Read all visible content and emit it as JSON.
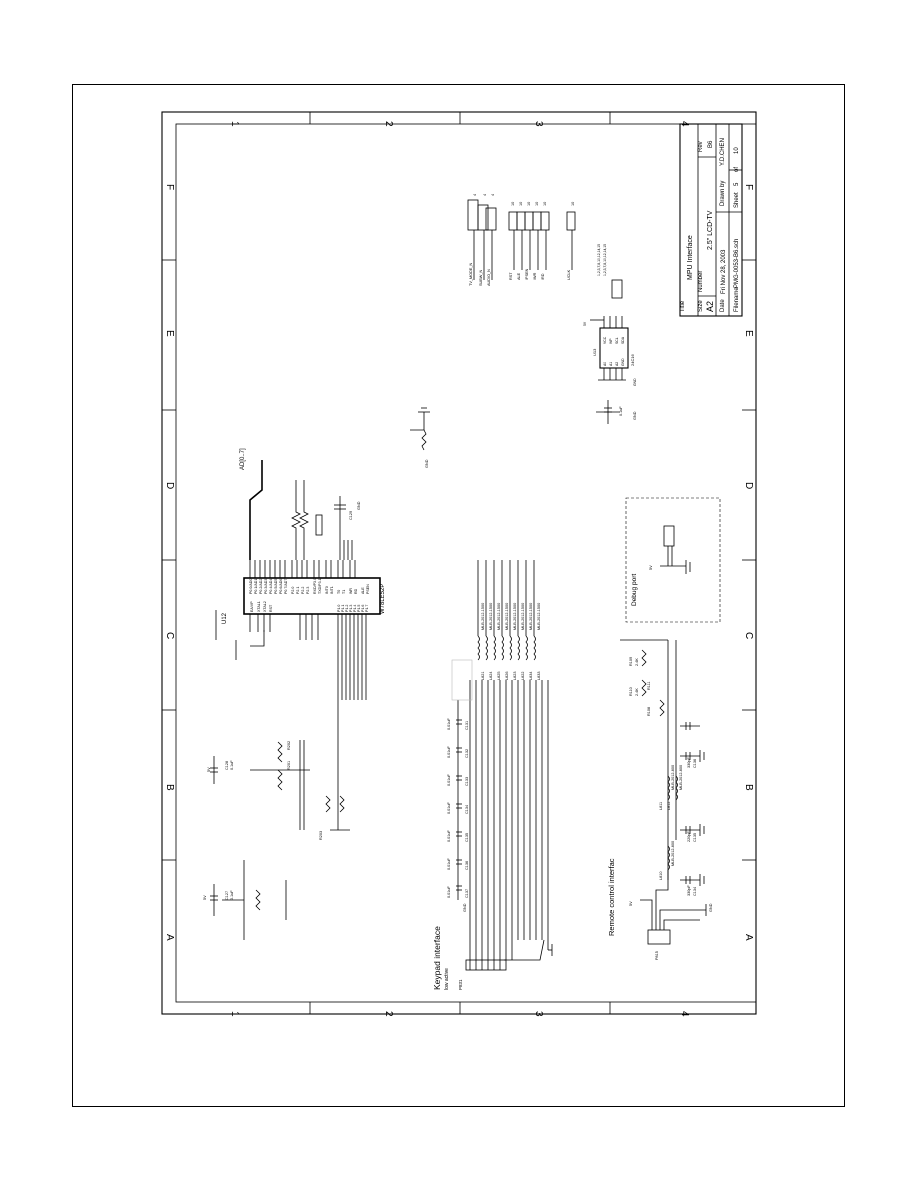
{
  "border": {
    "columns": [
      "1",
      "2",
      "3",
      "4"
    ],
    "rows": [
      "F",
      "E",
      "D",
      "C",
      "B",
      "A"
    ]
  },
  "title_block": {
    "title_label": "Title",
    "title": "MPU Interface",
    "size_label": "Size",
    "size": "A2",
    "number_label": "Number",
    "number": "2.5\" LCD-TV",
    "rev_label": "Rev",
    "rev": "B6",
    "date_label": "Date",
    "date": "Fri Nov 28, 2003",
    "drawn_label": "Drawn by",
    "drawn": "Y.D.CHEN",
    "filename_label": "Filename",
    "filename": "PMG-0053-B6.sch",
    "sheet_label": "Sheet",
    "sheet": "5",
    "of_label": "of",
    "sheet_total": "10"
  },
  "sections": {
    "keypad": "Keypad interface",
    "keypad_sub": "low active",
    "remote": "Remote control interfac",
    "debug": "Debug port"
  },
  "mcu": {
    "ref": "U12",
    "part": "W78LE52P",
    "bus": "AD[0..7]",
    "left_pins": [
      "EA/VP",
      "XTAL1",
      "XTAL2",
      "RST",
      "P1.0",
      "P1.1",
      "P1.2",
      "P1.3",
      "P1.4",
      "P1.5",
      "P1.6",
      "P1.7"
    ],
    "right_pins": [
      "P0.0/AD0",
      "P0.1/AD1",
      "P0.2/AD2",
      "P0.3/AD3",
      "P0.4/AD4",
      "P0.5/AD5",
      "P0.6/AD6",
      "P0.7/AD7",
      "P2.0",
      "P2.1",
      "P2.2",
      "P2.3",
      "RXD/P3.0",
      "TXD/P3.1",
      "INT0",
      "INT1",
      "T0",
      "T1",
      "WR",
      "RD",
      "ALE",
      "PSEN"
    ]
  },
  "eeprom": {
    "ref": "U13",
    "part": "24C16",
    "pins": [
      "A0",
      "A1",
      "A2",
      "GND",
      "VCC",
      "WP",
      "SCL",
      "SDA"
    ],
    "net1": "1,2,3,7,8,10,12,14,15",
    "net2": "1,2,3,7,8,10,12,14,15"
  },
  "nets": {
    "sig_labels": [
      "TV_MODE_N",
      "SUBW_N",
      "AUDIO_N"
    ],
    "sig_values": [
      "4",
      "4",
      "4"
    ],
    "ctl_labels": [
      "RST",
      "ALE",
      "/PSEN",
      "/WR",
      "/RD"
    ],
    "ctl_values": [
      "10",
      "10",
      "10",
      "10",
      "10"
    ],
    "ucdk": "UCLK",
    "ucdk_value": "10"
  },
  "keypad_caps": [
    "C131",
    "C132",
    "C133",
    "C134",
    "C135",
    "C136",
    "C137"
  ],
  "keypad_cap_value": "0.01uF",
  "keypad_ferrites": [
    "L821",
    "L824",
    "L825",
    "L826",
    "L823",
    "L822",
    "L834",
    "L833"
  ],
  "keypad_ferrite_value": "MLB-2012-1500",
  "keypad_connector": "P831",
  "remote_parts": [
    "R108",
    "R109",
    "R110",
    "R111",
    "C134",
    "C135",
    "C136",
    "L810",
    "L811",
    "L812",
    "P815"
  ],
  "remote_values": [
    "330pF",
    "330pF",
    "220pF",
    "2.4K",
    "2.4K",
    "MLB-2012-800"
  ],
  "misc": {
    "r_pullups": [
      "R201",
      "R202",
      "R203"
    ],
    "c_decoupling": [
      "C127",
      "C128",
      "C129"
    ],
    "cap_value": "0.1uF",
    "vcc": "5V",
    "gnd": "GND"
  }
}
